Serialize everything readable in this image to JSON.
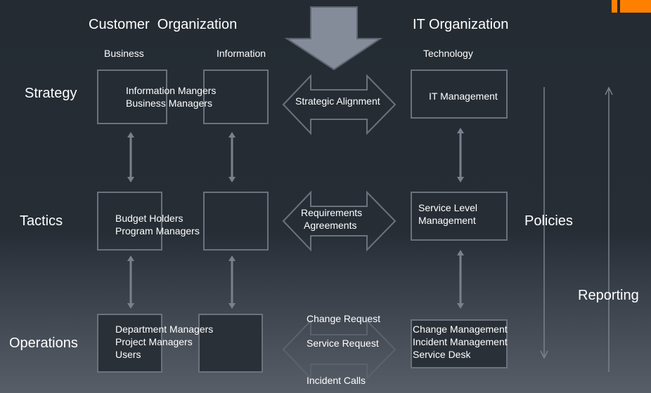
{
  "headers": {
    "customer": "Customer  Organization",
    "it": "IT Organization"
  },
  "columns": {
    "business": "Business",
    "information": "Information",
    "technology": "Technology"
  },
  "rows": {
    "strategy": "Strategy",
    "tactics": "Tactics",
    "operations": "Operations"
  },
  "boxes": {
    "strategy_business": [
      "Information Mangers",
      "Business Managers"
    ],
    "tactics_business": [
      "Budget Holders",
      "Program Managers"
    ],
    "operations_business": [
      "Department Managers",
      "Project Managers",
      "Users"
    ],
    "it_strategy": "IT Management",
    "it_tactics": [
      "Service Level",
      "Management"
    ],
    "it_operations": [
      "Change Management",
      "Incident Management",
      "Service Desk"
    ]
  },
  "arrows": {
    "strategic": "Strategic Alignment",
    "requirements": [
      "Requirements",
      "Agreements"
    ],
    "change": "Change Request",
    "service": "Service Request",
    "incident": "Incident Calls"
  },
  "side": {
    "policies": "Policies",
    "reporting": "Reporting"
  },
  "colors": {
    "accent": "#ff8000",
    "stroke": "#6b727d",
    "arrow_fill": "#848c99"
  }
}
